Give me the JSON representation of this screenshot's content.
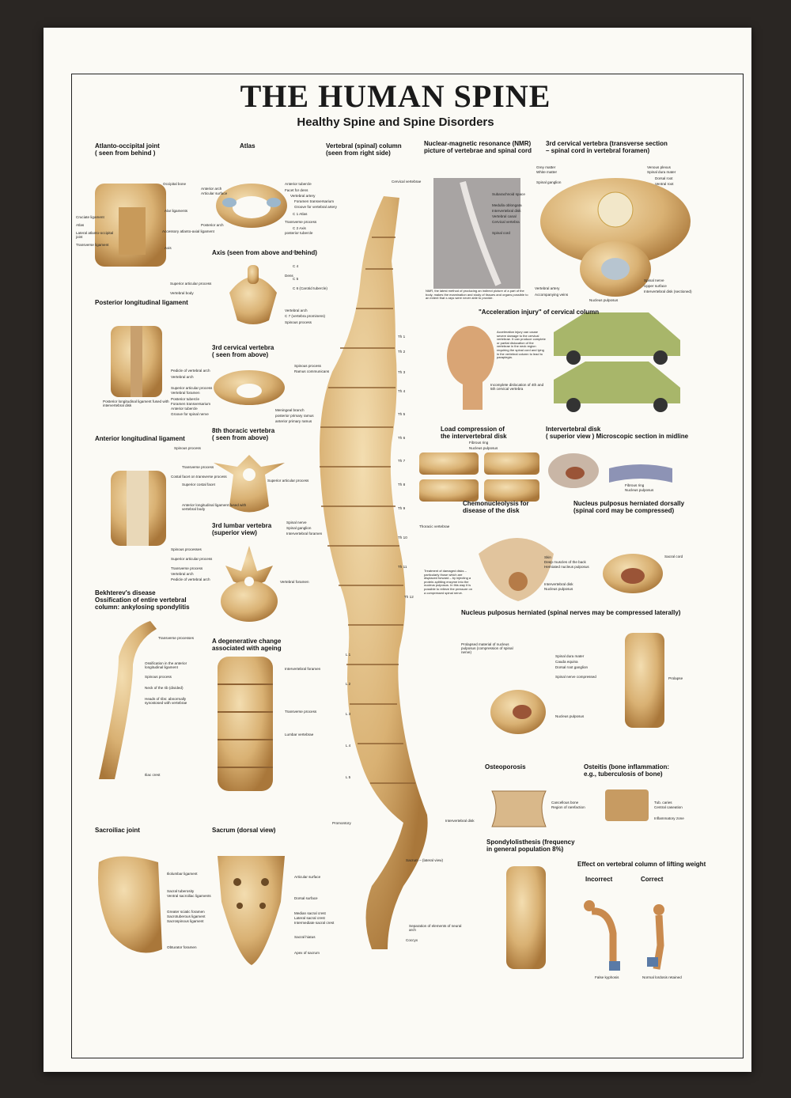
{
  "header": {
    "title": "THE HUMAN SPINE",
    "subtitle": "Healthy Spine and Spine Disorders"
  },
  "sections": {
    "atlanto": {
      "heading": "Atlanto-occipital joint\n( seen from behind )",
      "labels": [
        "Occipital bone",
        "Alar ligaments",
        "Cruciate ligament",
        "Atlas",
        "Lateral atlanto-occipital joint",
        "Transverse ligament",
        "Accessory atlanto-axial ligament",
        "Axis"
      ]
    },
    "atlas": {
      "heading": "Atlas",
      "labels": [
        "Anterior arch",
        "Articular surface",
        "Anterior tubercle",
        "Facet for dens",
        "Vertebral artery",
        "Foramen transversarium",
        "Groove for vertebral artery",
        "Posterior arch",
        "Transverse process",
        "posterior tubercle"
      ]
    },
    "axis": {
      "heading": "Axis (seen from above and behind)",
      "labels": [
        "Dens",
        "Superior articular process",
        "Vertebral body",
        "Vertebral arch",
        "C 7 (vertebra prominens)",
        "Spinous process"
      ]
    },
    "posterior_ligament": {
      "heading": "Posterior longitudinal ligament",
      "labels": [
        "Posterior longitudinal ligament fused with intervertebral disk"
      ]
    },
    "cervical3": {
      "heading": "3rd cervical vertebra\n( seen from above)",
      "labels": [
        "Pedicle of vertebral arch",
        "Vertebral arch",
        "Spinous process",
        "Ramus communicans",
        "Superior articular process",
        "Vertebral foramen",
        "Posterior tubercle",
        "Foramen transversarium",
        "Anterior tubercle",
        "Groove for spinal nerve",
        "Meningeal branch",
        "posterior primary ramus",
        "anterior primary ramus"
      ]
    },
    "thoracic8": {
      "heading": "8th thoracic vertebra\n( seen from above)",
      "labels": [
        "Spinous process",
        "Transverse process",
        "Costal facet on transverse process",
        "Superior costal facet",
        "Superior articular process"
      ]
    },
    "anterior_ligament": {
      "heading": "Anterior longitudinal ligament",
      "labels": [
        "Anterior longitudinal ligament fused with vertebral body"
      ]
    },
    "lumbar3": {
      "heading": "3rd lumbar vertebra\n(superior view)",
      "labels": [
        "Spinal nerve",
        "Spinal ganglion",
        "Intervertebral foramen",
        "Spinous processes",
        "Superior articular process",
        "Transverse process",
        "Vertebral arch",
        "Pedicle of vertebral arch",
        "Vertebral foramen"
      ]
    },
    "bekhterev": {
      "heading": "Bekhterev's disease\nOssification of entire vertebral\ncolumn: ankylosing spondylitis",
      "labels": [
        "Transverse processes",
        "Ossification in the anterior longitudinal ligament",
        "Spinous process",
        "Neck of the rib (divided)",
        "Heads of ribs: abnormally synostosed with vertebrae",
        "Iliac crest"
      ]
    },
    "degenerative": {
      "heading": "A degenerative change\nassociated with ageing",
      "labels": [
        "Intervertebral foramen",
        "Transverse process",
        "Lumbar vertebrae"
      ]
    },
    "sacroiliac": {
      "heading": "Sacroiliac joint",
      "labels": [
        "Iliolumbar ligament",
        "Sacral tuberosity",
        "Ventral sacroiliac ligaments",
        "Greater sciatic foramen",
        "Sacrotuberous ligament",
        "Sacrospinous ligament",
        "Obturator foramen"
      ]
    },
    "sacrum": {
      "heading": "Sacrum (dorsal view)",
      "labels": [
        "Articular surface",
        "Dorsal surface",
        "Median sacral crest",
        "Lateral sacral crest",
        "Intermediate sacral crest",
        "Sacral hiatus",
        "Apex of sacrum"
      ]
    },
    "column": {
      "heading": "Vertebral (spinal) column\n(seen from right side)",
      "labels": [
        "Cervical vertebrae",
        "C 1 Atlas",
        "C 2 Axis",
        "C 3",
        "C 4",
        "C 5",
        "C 6 (Carotid tubercle)",
        "Th 1",
        "Th 2",
        "Th 3",
        "Th 4",
        "Th 5",
        "Th 6",
        "Th 7",
        "Th 8",
        "Th 9",
        "Th 10",
        "Th 11",
        "Th 12",
        "Thoracic vertebrae",
        "L 1",
        "L 2",
        "L 3",
        "L 4",
        "L 5",
        "Promontory",
        "Intervertebral disk",
        "Sacrum – (lateral view)",
        "Separation of elements of neural arch",
        "Coccyx"
      ]
    },
    "nmr": {
      "heading": "Nuclear-magnetic resonance (NMR)\npicture of vertebrae and spinal cord",
      "labels": [
        "Subarachnoid space",
        "Medulla oblongata",
        "Intervertebral disk",
        "Vertebral canal",
        "Cervical vertebra",
        "Spinal cord"
      ],
      "caption": "NMR, the latest method of producing an indirect picture of a part of the body, makes the examination and study of tissues and organs possible to an extent that x-rays were never able to provide."
    },
    "section3": {
      "heading": "3rd cervical vertebra (transverse section\n– spinal cord in vertebral foramen)",
      "labels": [
        "Grey matter",
        "White matter",
        "Spinal ganglion",
        "Venous plexus",
        "Spinal dura mater",
        "Dorsal root",
        "Ventral root",
        "Vertebral artery",
        "Accompanying veins",
        "Nucleus pulposus",
        "Spinal nerve",
        "Upper surface",
        "Intervertebral disk (sectioned)"
      ]
    },
    "acceleration": {
      "heading": "\"Acceleration injury\" of cervical column",
      "text": "Acceleration injury can cause severe damage to the cervical vertebrae. It can produce complete or partial dislocation of the vertebrae in the neck region requiring the spinal cord and lying in the vertebral column to lead to paraplegia.",
      "labels": [
        "Incomplete dislocation of 4th and 5th cervical vertebra"
      ]
    },
    "load": {
      "heading": "Load compression of\nthe intervertebral disk",
      "labels": [
        "Fibrous ring",
        "Nucleus pulposus"
      ]
    },
    "disk": {
      "heading": "Intervertebral disk\n( superior view )   Microscopic section in midline",
      "labels": [
        "Fibrous ring",
        "Nucleus pulposus"
      ]
    },
    "chemo": {
      "heading": "Chemonucleolysis for\ndisease of the disk",
      "labels": [
        "Skin",
        "Deep muscles of the back",
        "Herniated nucleus pulposus",
        "Intervertebral disk",
        "Nucleus pulposus"
      ],
      "text": "Treatment of damaged disks – particularly those which are displaced forward – by injecting a protein-splitting enzyme into the nucleus pulposus. In this way it is possible to relieve the pressure on a compressed spinal nerve."
    },
    "herniated_dorsal": {
      "heading": "Nucleus pulposus herniated dorsally\n(spinal cord may be compressed)",
      "labels": [
        "Sacral cord"
      ]
    },
    "herniated_lateral": {
      "heading": "Nucleus pulposus herniated (spinal nerves may be compressed laterally)",
      "labels": [
        "Prolapsed material of nucleus pulposus (compression of spinal nerve)",
        "Spinal dura mater",
        "Cauda equina",
        "Dorsal root ganglion",
        "Spinal nerve compressed",
        "Nucleus pulposus",
        "Prolapse"
      ]
    },
    "osteoporosis": {
      "heading": "Osteoporosis",
      "labels": [
        "Cancellous bone",
        "Region of rarefaction"
      ]
    },
    "osteitis": {
      "heading": "Osteitis (bone inflammation:\ne.g., tuberculosis of bone)",
      "labels": [
        "Tub. caries",
        "Central caseation",
        "Inflammatory zone"
      ]
    },
    "spondylo": {
      "heading": "Spondylolisthesis (frequency\nin general population 8%)"
    },
    "lifting": {
      "heading": "Effect on vertebral column of lifting weight",
      "incorrect": "Incorrect",
      "correct": "Correct",
      "labels": [
        "False kyphosis",
        "Normal lordosis retained"
      ]
    }
  },
  "colors": {
    "bone": "#d9b173",
    "bone_dark": "#a9773a",
    "background": "#fbfaf5",
    "desk": "#2a2623",
    "nerve": "#f1d34a"
  }
}
